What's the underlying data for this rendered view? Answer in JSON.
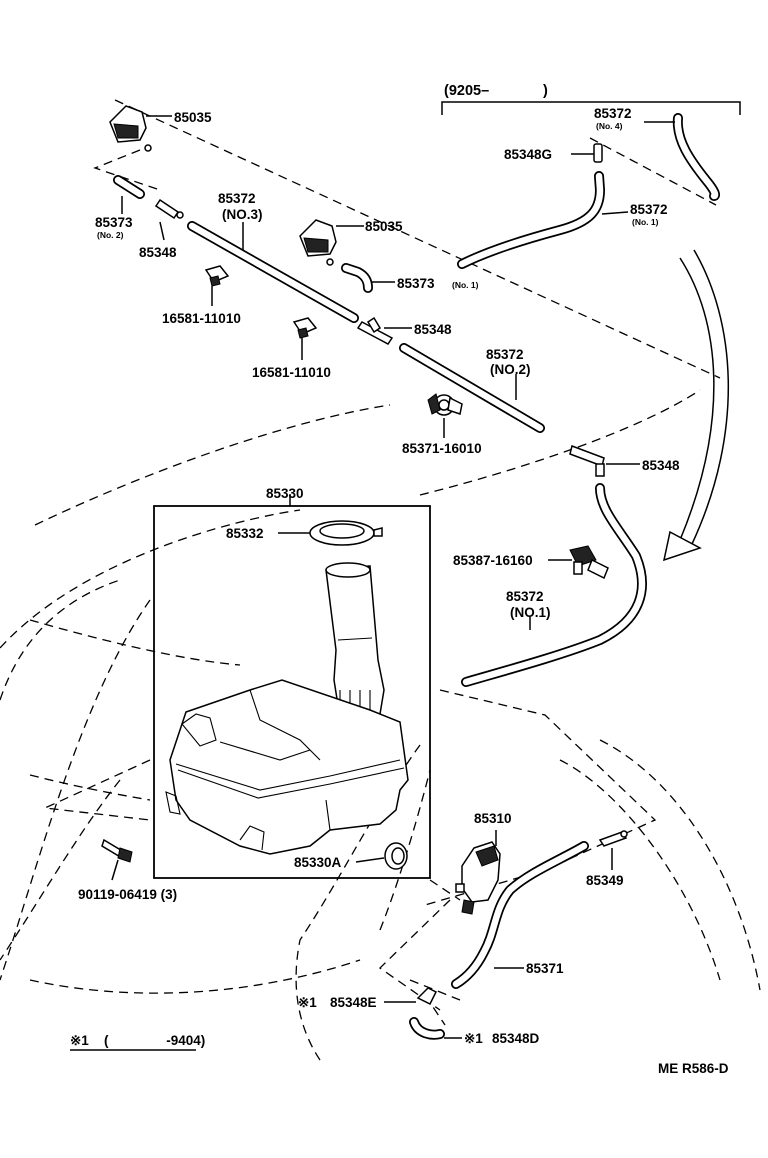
{
  "date_range": {
    "start": "(9205–",
    "end": ")"
  },
  "labels": {
    "nozzle_left": "85035",
    "nozzle_center": "85035",
    "hose_no4": "85372",
    "hose_no4_sub": "(No. 4)",
    "joint_g": "85348G",
    "hose_no1_upper": "85372",
    "hose_no1_upper_sub": "(No. 1)",
    "hose_85373_left": "85373",
    "hose_85373_left_sub": "(No. 2)",
    "joint_left": "85348",
    "hose_no3": "85372",
    "hose_no3_sub": "(NO.3)",
    "hose_85373_center": "85373",
    "hose_85373_center_sub": "(No. 1)",
    "clip_a": "16581-11010",
    "clip_b": "16581-11010",
    "joint_center": "85348",
    "hose_no2": "85372",
    "hose_no2_sub": "(NO.2)",
    "clamp": "85371-16010",
    "joint_right": "85348",
    "tank_assy": "85330",
    "cap": "85332",
    "clamp_b": "85387-16160",
    "hose_no1_lower": "85372",
    "hose_no1_lower_sub": "(NO.1)",
    "pump": "85310",
    "grommet": "85330A",
    "check_valve": "85349",
    "bolt": "90119-06419 (3)",
    "hose_85371": "85371",
    "joint_e": "85348E",
    "joint_d": "85348D",
    "note_e_mark": "※1",
    "note_d_mark": "※1"
  },
  "legend": {
    "mark": "※1",
    "range": "(     -9404)"
  },
  "figure_code": "ME  R586-D"
}
